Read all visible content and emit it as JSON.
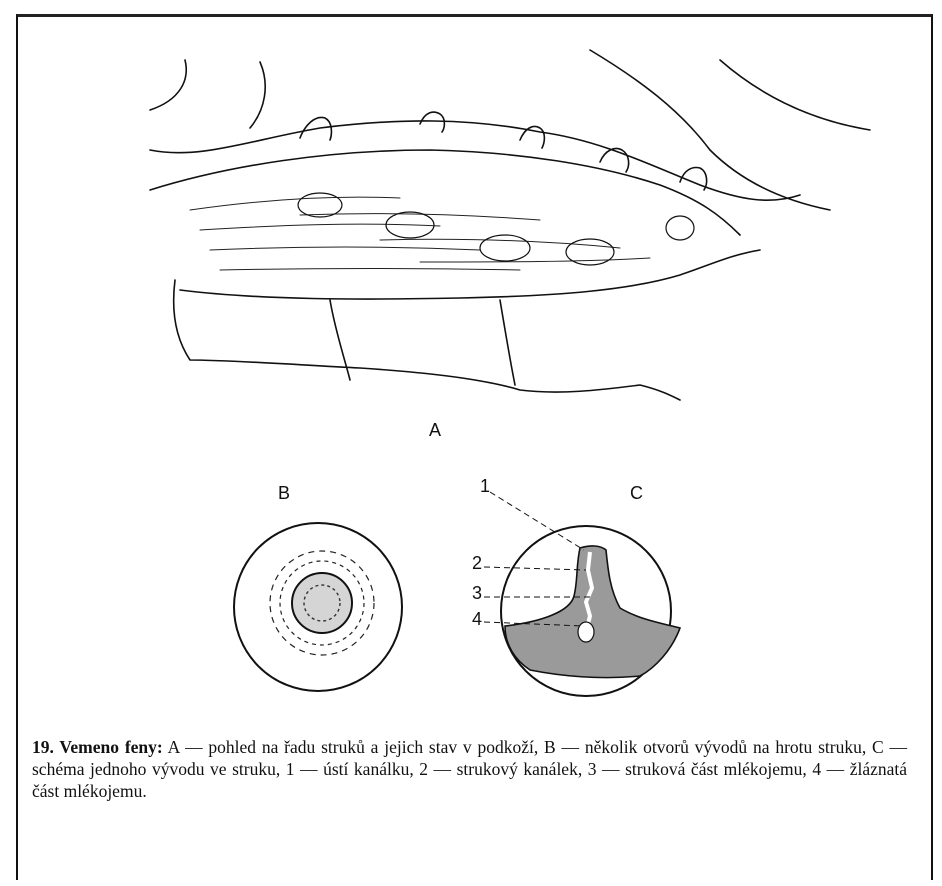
{
  "labels": {
    "A": "A",
    "B": "B",
    "C": "C",
    "n1": "1",
    "n2": "2",
    "n3": "3",
    "n4": "4"
  },
  "caption": {
    "lead": "19. Vemeno feny:",
    "text": " A — pohled na řadu struků a jejich stav v podkoží, B — několik otvorů vývodů na hrotu struku, C — schéma jednoho vývodu ve struku, 1 — ústí kanálku, 2 — strukový kanálek, 3 — struková část mlékojemu, 4 — žláznatá část mlékojemu."
  }
}
